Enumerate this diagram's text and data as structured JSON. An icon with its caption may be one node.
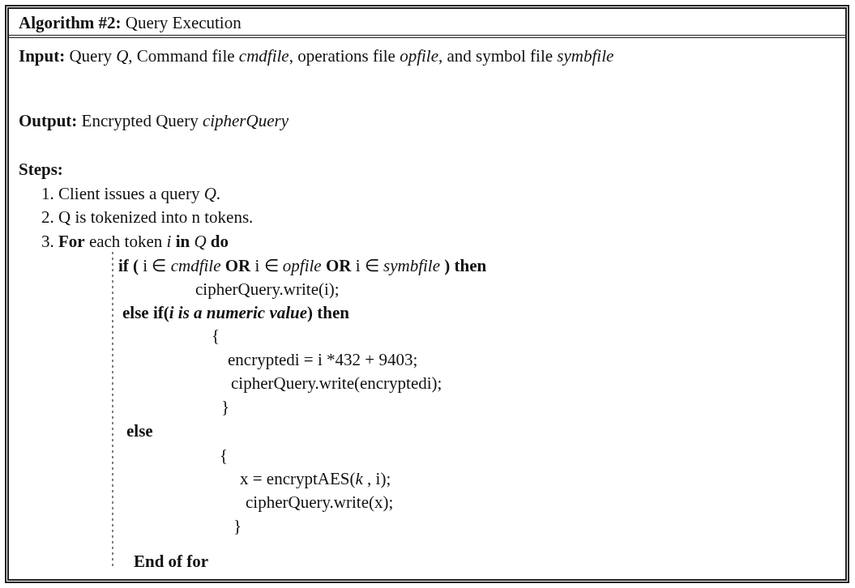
{
  "diagram": {
    "title": "**Algorithm #2:** Query Execution",
    "labels": [
      "**Input:** Query *Q*, Command file *cmdfile*, operations file *opfile*, and symbol file *symbfile*",
      "**Output:** Encrypted Query *cipherQuery*",
      "Steps:",
      "1. Client issues a query *Q*.",
      "2. Q is tokenized into n tokens.",
      "3. **For** each token *i* **in** *Q* **do**",
      "**if (** i ∈ *cmdfile* **OR** i ∈ *opfile* **OR** i ∈ *symbfile* **) then**",
      "cipherQuery.write(i);",
      "else if(*i is a numeric value*) then",
      "{",
      "encryptedi = i *432 + 9403;",
      "cipherQuery.write(encryptedi);",
      "}",
      "else",
      "{",
      "x = encryptAES(*k* , i);",
      "cipherQuery.write(x);",
      "}",
      "End of for"
    ]
  }
}
